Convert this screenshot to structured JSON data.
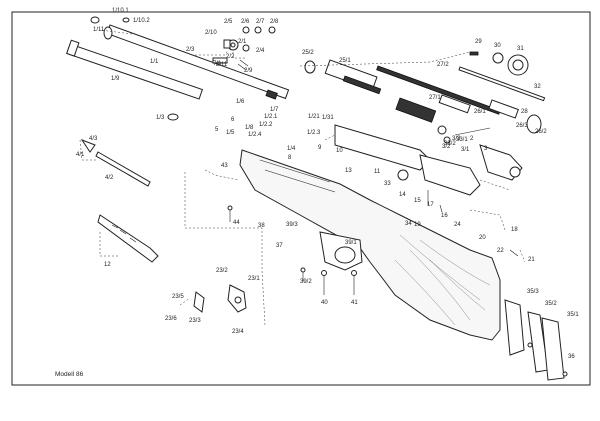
{
  "labels": [
    "1/10.1",
    "1/10.2",
    "1/11",
    "1/9",
    "1/1",
    "1/3",
    "2/3",
    "2/10",
    "2/5",
    "2/6",
    "2/7",
    "2/8",
    "2/1",
    "2/4",
    "2/2",
    "2/9",
    "2/11",
    "25/2",
    "25/1",
    "29",
    "30",
    "31",
    "27/2",
    "27/1",
    "32",
    "28",
    "26/1",
    "26/3",
    "26/2",
    "4/3",
    "4/1",
    "4/2",
    "3/1",
    "3/2",
    "3/3",
    "5",
    "6",
    "1/5",
    "1/6",
    "1/2.2",
    "1/8",
    "1/2.4",
    "1/2.1",
    "1/2.3",
    "1/31",
    "1/21",
    "1/4",
    "1/7",
    "8",
    "9",
    "10",
    "11",
    "12",
    "13",
    "14",
    "15",
    "16",
    "17",
    "18",
    "19",
    "20",
    "21",
    "22",
    "23/2",
    "23/1",
    "23/4",
    "23/5",
    "23/6",
    "23/3",
    "24",
    "33",
    "33/1",
    "33/2",
    "34",
    "35/1",
    "35/2",
    "35/3",
    "36",
    "37",
    "38",
    "39/1",
    "39/2",
    "39/3",
    "40",
    "41",
    "43",
    "44",
    "7/1",
    "2",
    "3"
  ],
  "model_label": "Modell 86",
  "colors": {
    "ink": "#222222",
    "paper": "#ffffff"
  }
}
